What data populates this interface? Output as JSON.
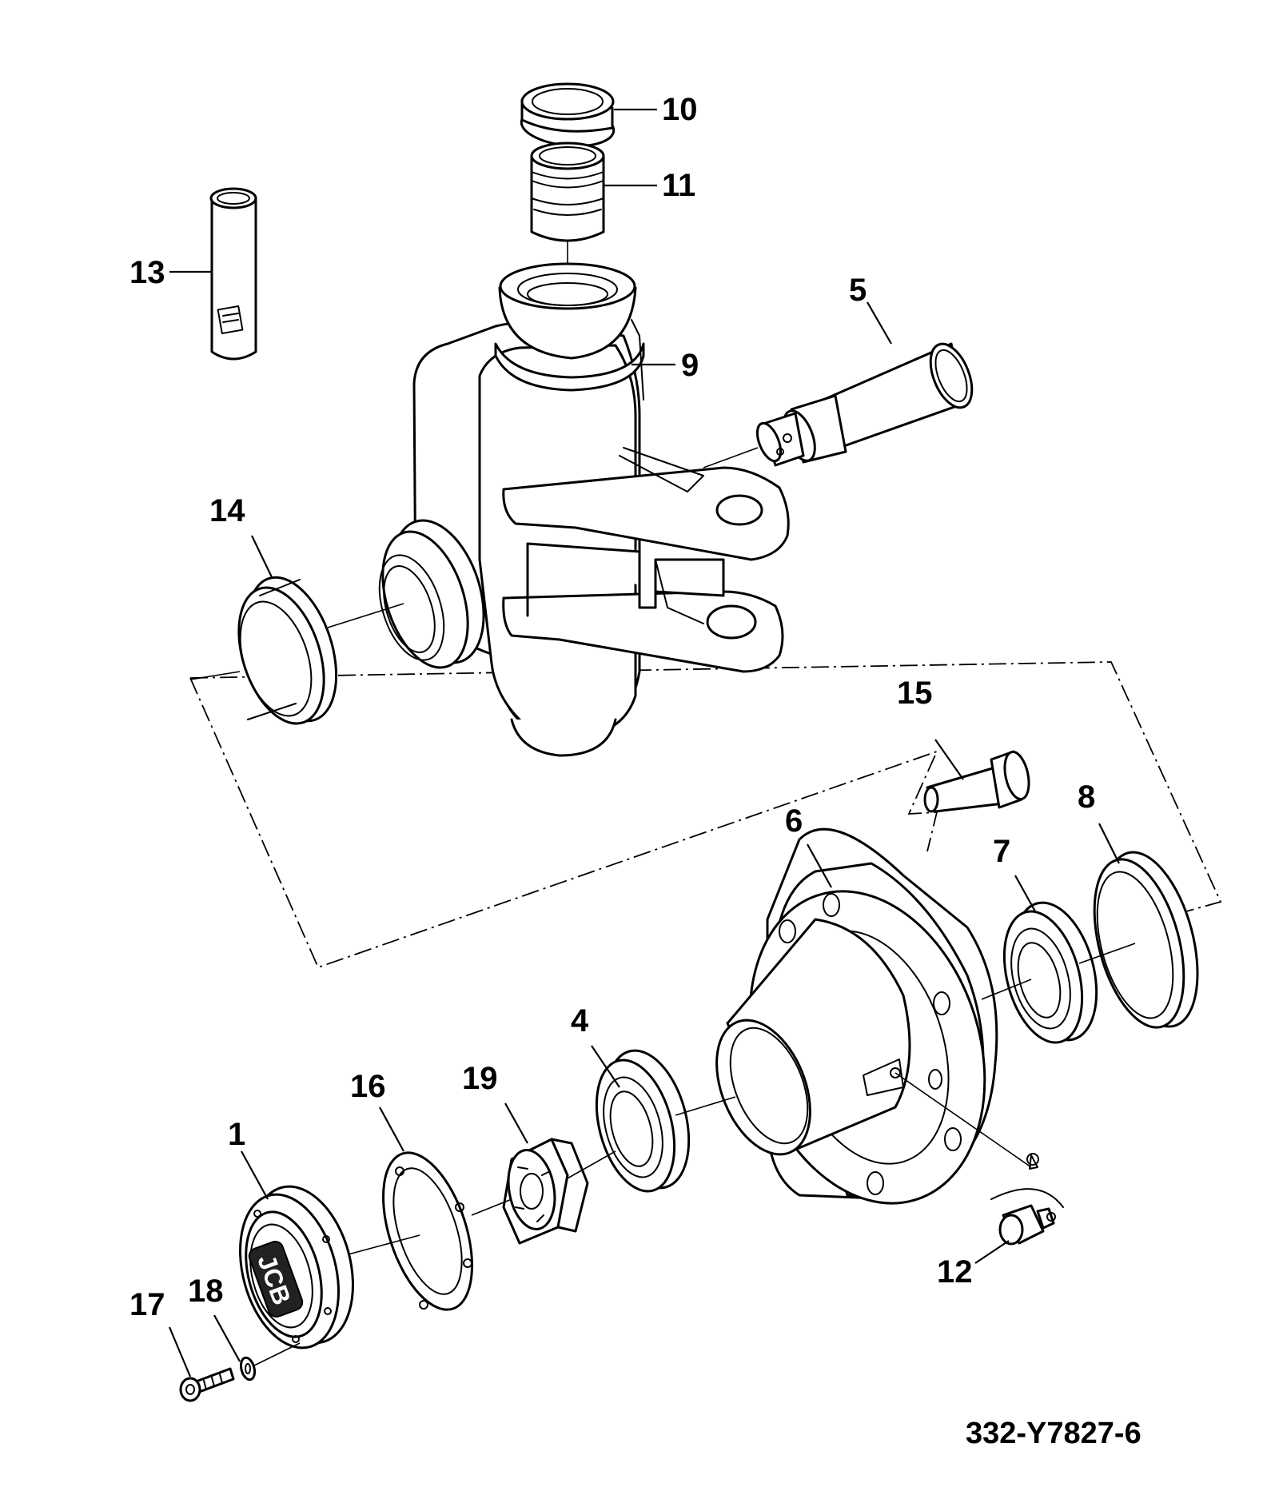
{
  "callouts": {
    "c1": "1",
    "c4": "4",
    "c5": "5",
    "c6": "6",
    "c7": "7",
    "c8": "8",
    "c9": "9",
    "c10": "10",
    "c11": "11",
    "c12": "12",
    "c13": "13",
    "c14": "14",
    "c15": "15",
    "c16": "16",
    "c17": "17",
    "c18": "18",
    "c19": "19"
  },
  "reference": "332-Y7827-6",
  "logo_text": "JCB"
}
